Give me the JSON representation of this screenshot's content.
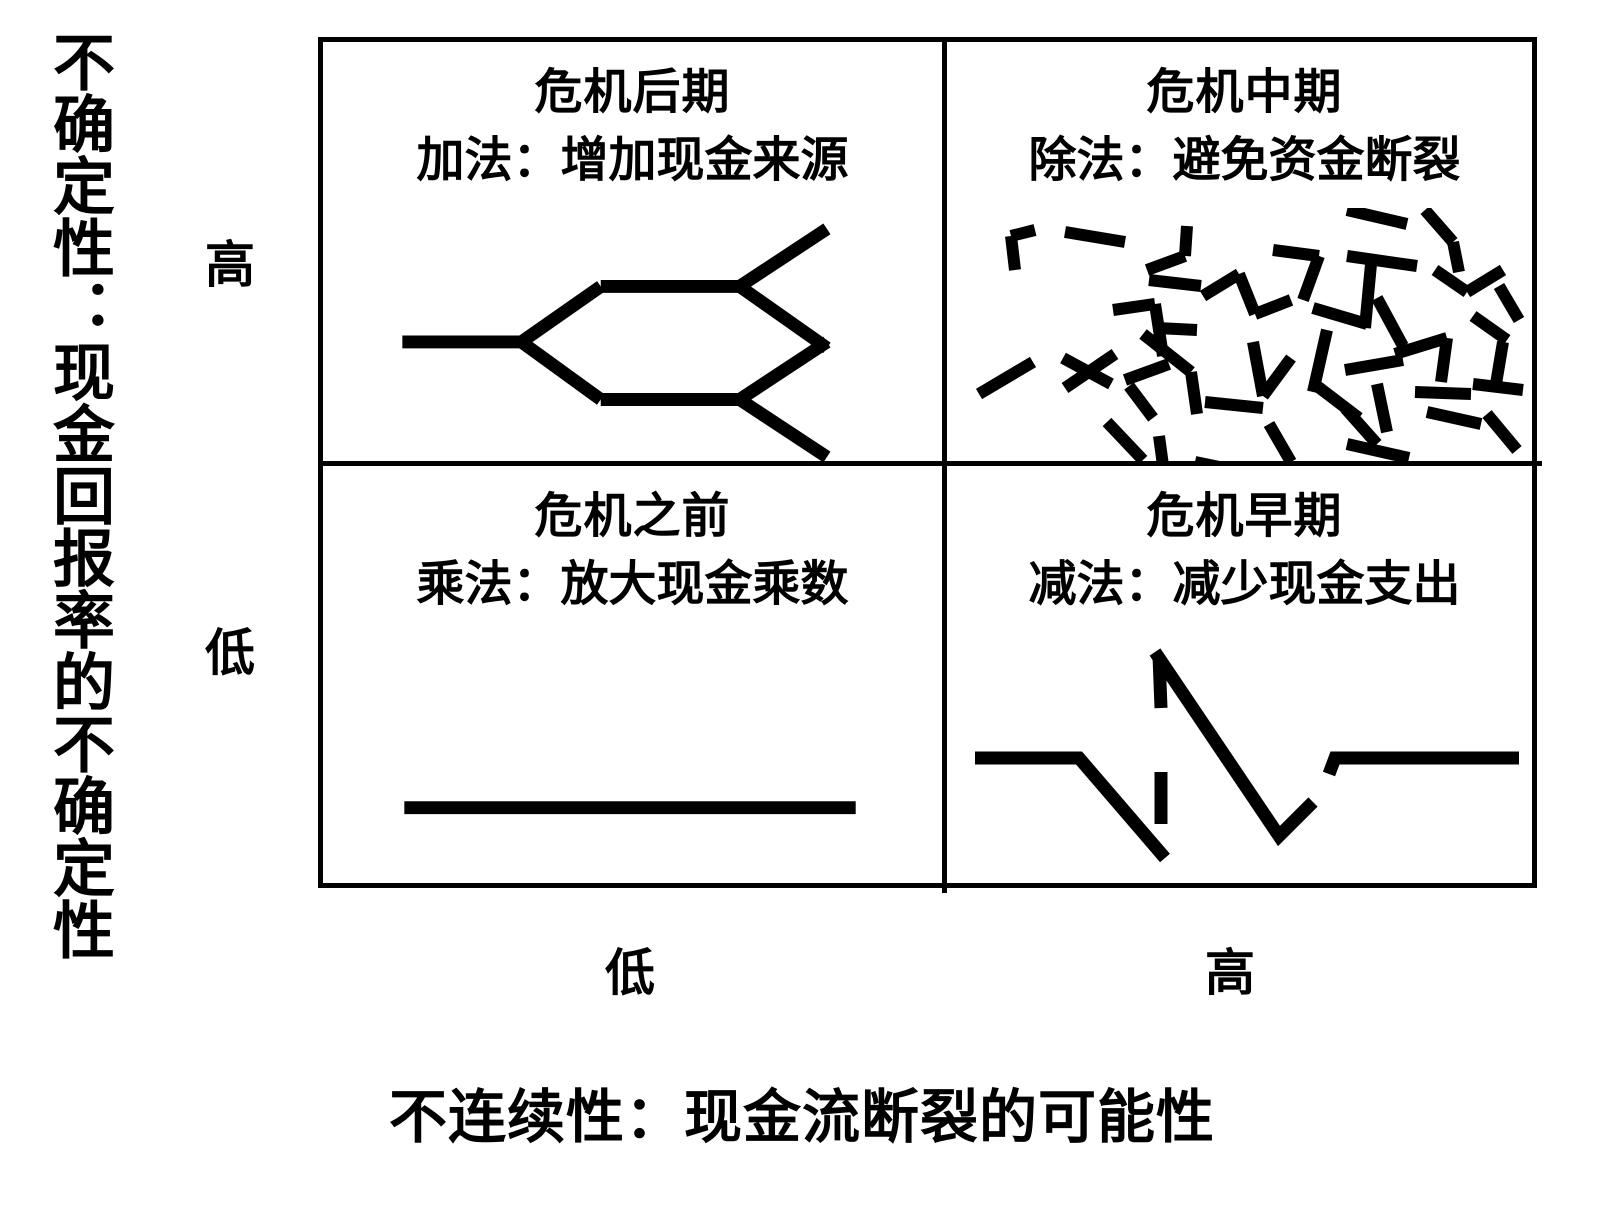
{
  "axes": {
    "y_title": "不确定性：现金回报率的不确定性",
    "y_ticks": {
      "high": "高",
      "low": "低"
    },
    "x_title": "不连续性：现金流断裂的可能性",
    "x_ticks": {
      "low": "低",
      "high": "高"
    }
  },
  "quadrants": {
    "top_left": {
      "title": "危机后期",
      "subtitle": "加法：增加现金来源",
      "graphic": "branching-tree-icon"
    },
    "top_right": {
      "title": "危机中期",
      "subtitle": "除法：避免资金断裂",
      "graphic": "scattered-dashes-icon"
    },
    "bottom_left": {
      "title": "危机之前",
      "subtitle": "乘法：放大现金乘数",
      "graphic": "flat-line-icon"
    },
    "bottom_right": {
      "title": "危机早期",
      "subtitle": "减法：减少现金支出",
      "graphic": "broken-zigzag-line-icon"
    }
  },
  "colors": {
    "stroke": "#000000",
    "background": "#ffffff"
  },
  "chart_data": {
    "type": "table",
    "title": "不连续性 × 不确定性 二维矩阵",
    "xlabel": "不连续性：现金流断裂的可能性",
    "ylabel": "不确定性：现金回报率的不确定性",
    "x_categories": [
      "低",
      "高"
    ],
    "y_categories": [
      "高",
      "低"
    ],
    "cells": [
      {
        "x": "低",
        "y": "高",
        "title": "危机后期",
        "subtitle": "加法：增加现金来源",
        "graphic": "branching-tree-icon"
      },
      {
        "x": "高",
        "y": "高",
        "title": "危机中期",
        "subtitle": "除法：避免资金断裂",
        "graphic": "scattered-dashes-icon"
      },
      {
        "x": "低",
        "y": "低",
        "title": "危机之前",
        "subtitle": "乘法：放大现金乘数",
        "graphic": "flat-line-icon"
      },
      {
        "x": "高",
        "y": "低",
        "title": "危机早期",
        "subtitle": "减法：减少现金支出",
        "graphic": "broken-zigzag-line-icon"
      }
    ],
    "grid": true,
    "legend": "none"
  }
}
